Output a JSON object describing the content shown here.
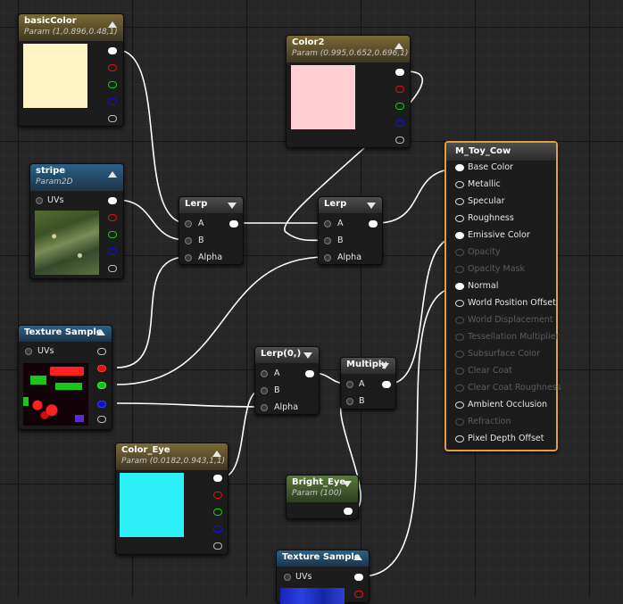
{
  "colors": {
    "basic_color": "#fff4c4",
    "color2": "#ffcfd3",
    "color_eye": "#2ef0f8",
    "wire": "#ffffff",
    "material_border": "#e0a040"
  },
  "nodes": {
    "basic_color": {
      "title": "basicColor",
      "subtitle": "Param (1,0.896,0.48,1)"
    },
    "color2": {
      "title": "Color2",
      "subtitle": "Param (0.995,0.652,0.696,1)"
    },
    "stripe": {
      "title": "stripe",
      "subtitle": "Param2D",
      "uvs": "UVs"
    },
    "texture_sample_1": {
      "title": "Texture Sample",
      "uvs": "UVs"
    },
    "lerp_1": {
      "title": "Lerp",
      "a": "A",
      "b": "B",
      "alpha": "Alpha"
    },
    "lerp_2": {
      "title": "Lerp",
      "a": "A",
      "b": "B",
      "alpha": "Alpha"
    },
    "lerp_3": {
      "title": "Lerp(0,)",
      "a": "A",
      "b": "B",
      "alpha": "Alpha"
    },
    "multiply": {
      "title": "Multiply",
      "a": "A",
      "b": "B"
    },
    "color_eye": {
      "title": "Color_Eye",
      "subtitle": "Param (0.0182,0.943,1,1)"
    },
    "bright_eye": {
      "title": "Bright_Eye",
      "subtitle": "Param (100)"
    },
    "texture_sample_2": {
      "title": "Texture Sample",
      "uvs": "UVs"
    }
  },
  "material": {
    "title": "M_Toy_Cow",
    "inputs": [
      {
        "label": "Base Color",
        "state": "connected"
      },
      {
        "label": "Metallic",
        "state": "enabled"
      },
      {
        "label": "Specular",
        "state": "enabled"
      },
      {
        "label": "Roughness",
        "state": "enabled"
      },
      {
        "label": "Emissive Color",
        "state": "connected"
      },
      {
        "label": "Opacity",
        "state": "disabled"
      },
      {
        "label": "Opacity Mask",
        "state": "disabled"
      },
      {
        "label": "Normal",
        "state": "connected"
      },
      {
        "label": "World Position Offset",
        "state": "enabled"
      },
      {
        "label": "World Displacement",
        "state": "disabled"
      },
      {
        "label": "Tessellation Multiplier",
        "state": "disabled"
      },
      {
        "label": "Subsurface Color",
        "state": "disabled"
      },
      {
        "label": "Clear Coat",
        "state": "disabled"
      },
      {
        "label": "Clear Coat Roughness",
        "state": "disabled"
      },
      {
        "label": "Ambient Occlusion",
        "state": "enabled"
      },
      {
        "label": "Refraction",
        "state": "disabled"
      },
      {
        "label": "Pixel Depth Offset",
        "state": "enabled"
      }
    ]
  }
}
